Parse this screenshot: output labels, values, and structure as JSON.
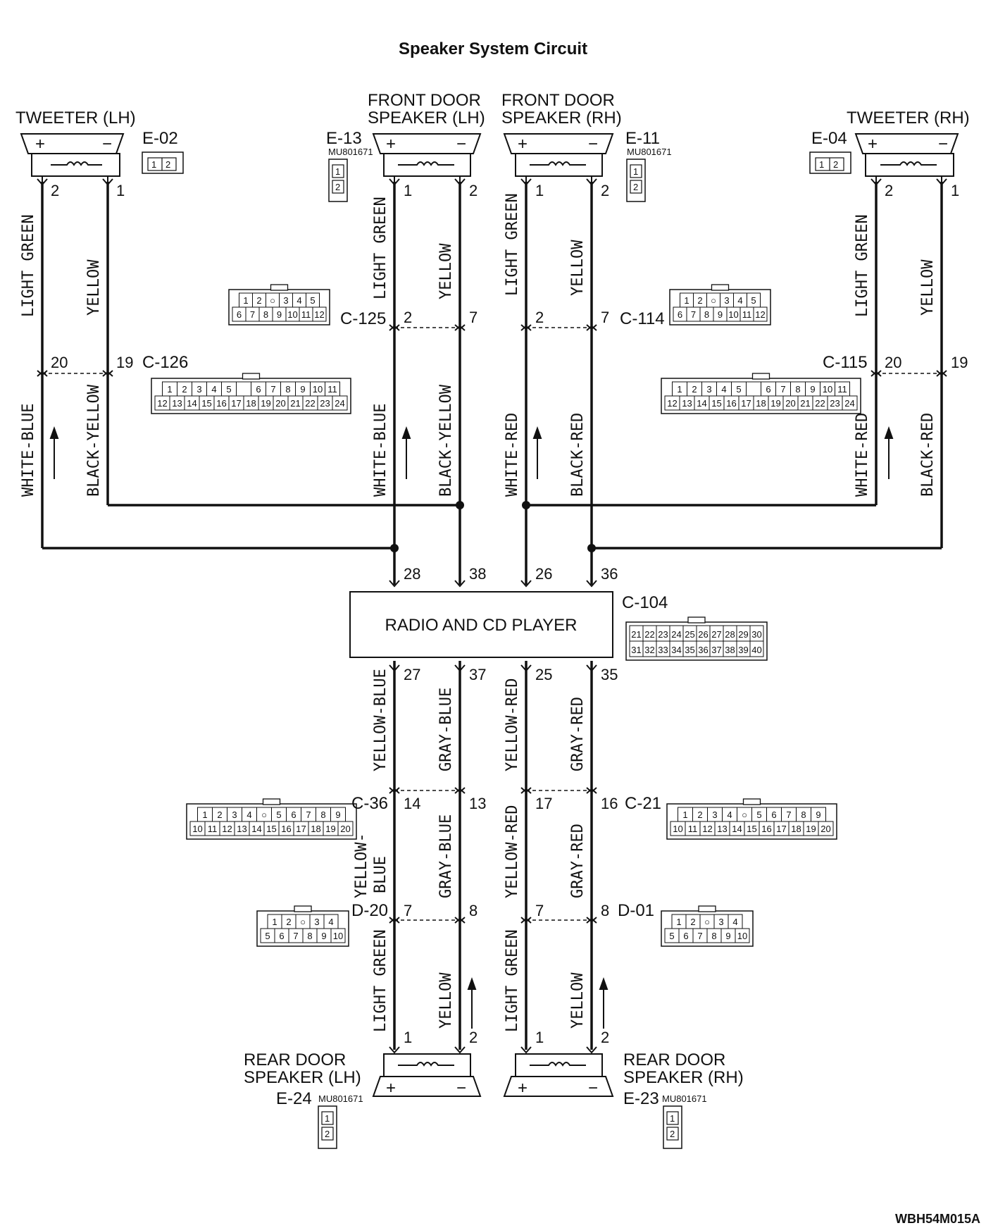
{
  "title": "Speaker System Circuit",
  "footer_code": "WBH54M015A",
  "unit": {
    "label": "RADIO AND CD PLAYER",
    "connector": "C-104",
    "rows": [
      [
        "21",
        "22",
        "23",
        "24",
        "25",
        "26",
        "27",
        "28",
        "29",
        "30"
      ],
      [
        "31",
        "32",
        "33",
        "34",
        "35",
        "36",
        "37",
        "38",
        "39",
        "40"
      ]
    ]
  },
  "speakers": {
    "tweeter_lh": {
      "label": "TWEETER (LH)",
      "conn": "E-02",
      "plus": "+",
      "minus": "−",
      "pin_plus": "2",
      "pin_minus": "1",
      "conn_cells": [
        "1",
        "2"
      ]
    },
    "front_lh": {
      "line1": "FRONT DOOR",
      "line2": "SPEAKER (LH)",
      "conn": "E-13",
      "part": "MU801671",
      "plus": "+",
      "minus": "−",
      "pin_plus": "1",
      "pin_minus": "2",
      "conn_cells": [
        "1",
        "2"
      ]
    },
    "front_rh": {
      "line1": "FRONT DOOR",
      "line2": "SPEAKER (RH)",
      "conn": "E-11",
      "part": "MU801671",
      "plus": "+",
      "minus": "−",
      "pin_plus": "1",
      "pin_minus": "2",
      "conn_cells": [
        "1",
        "2"
      ]
    },
    "tweeter_rh": {
      "label": "TWEETER (RH)",
      "conn": "E-04",
      "plus": "+",
      "minus": "−",
      "pin_plus": "2",
      "pin_minus": "1",
      "conn_cells": [
        "1",
        "2"
      ]
    },
    "rear_lh": {
      "line1": "REAR DOOR",
      "line2": "SPEAKER (LH)",
      "conn": "E-24",
      "part": "MU801671",
      "plus": "+",
      "minus": "−",
      "pin_plus": "1",
      "pin_minus": "2",
      "conn_cells": [
        "1",
        "2"
      ]
    },
    "rear_rh": {
      "line1": "REAR DOOR",
      "line2": "SPEAKER (RH)",
      "conn": "E-23",
      "part": "MU801671",
      "plus": "+",
      "minus": "−",
      "pin_plus": "1",
      "pin_minus": "2",
      "conn_cells": [
        "1",
        "2"
      ]
    }
  },
  "connectors": {
    "c126": {
      "name": "C-126",
      "pin_a": "20",
      "pin_b": "19",
      "rows": [
        [
          "1",
          "2",
          "3",
          "4",
          "5",
          "",
          "6",
          "7",
          "8",
          "9",
          "10",
          "11"
        ],
        [
          "12",
          "13",
          "14",
          "15",
          "16",
          "17",
          "18",
          "19",
          "20",
          "21",
          "22",
          "23",
          "24"
        ]
      ]
    },
    "c115": {
      "name": "C-115",
      "pin_a": "20",
      "pin_b": "19",
      "rows": [
        [
          "1",
          "2",
          "3",
          "4",
          "5",
          "",
          "6",
          "7",
          "8",
          "9",
          "10",
          "11"
        ],
        [
          "12",
          "13",
          "14",
          "15",
          "16",
          "17",
          "18",
          "19",
          "20",
          "21",
          "22",
          "23",
          "24"
        ]
      ]
    },
    "c125": {
      "name": "C-125",
      "pin_a": "2",
      "pin_b": "7",
      "rows": [
        [
          "1",
          "2",
          "○",
          "3",
          "4",
          "5"
        ],
        [
          "6",
          "7",
          "8",
          "9",
          "10",
          "11",
          "12"
        ]
      ]
    },
    "c114": {
      "name": "C-114",
      "pin_a": "2",
      "pin_b": "7",
      "rows": [
        [
          "1",
          "2",
          "○",
          "3",
          "4",
          "5"
        ],
        [
          "6",
          "7",
          "8",
          "9",
          "10",
          "11",
          "12"
        ]
      ]
    },
    "c36": {
      "name": "C-36",
      "pin_a": "14",
      "pin_b": "13",
      "rows": [
        [
          "1",
          "2",
          "3",
          "4",
          "○",
          "5",
          "6",
          "7",
          "8",
          "9"
        ],
        [
          "10",
          "11",
          "12",
          "13",
          "14",
          "15",
          "16",
          "17",
          "18",
          "19",
          "20"
        ]
      ]
    },
    "c21": {
      "name": "C-21",
      "pin_a": "17",
      "pin_b": "16",
      "rows": [
        [
          "1",
          "2",
          "3",
          "4",
          "○",
          "5",
          "6",
          "7",
          "8",
          "9"
        ],
        [
          "10",
          "11",
          "12",
          "13",
          "14",
          "15",
          "16",
          "17",
          "18",
          "19",
          "20"
        ]
      ]
    },
    "d20": {
      "name": "D-20",
      "pin_a": "7",
      "pin_b": "8",
      "rows": [
        [
          "1",
          "2",
          "○",
          "3",
          "4"
        ],
        [
          "5",
          "6",
          "7",
          "8",
          "9",
          "10"
        ]
      ]
    },
    "d01": {
      "name": "D-01",
      "pin_a": "7",
      "pin_b": "8",
      "rows": [
        [
          "1",
          "2",
          "○",
          "3",
          "4"
        ],
        [
          "5",
          "6",
          "7",
          "8",
          "9",
          "10"
        ]
      ]
    }
  },
  "unit_pins": {
    "top": [
      "28",
      "38",
      "26",
      "36"
    ],
    "bottom": [
      "27",
      "37",
      "25",
      "35"
    ]
  },
  "wire_colors": {
    "tw_lh_plus": "LIGHT GREEN",
    "tw_lh_minus": "YELLOW",
    "tw_lh_plus_low": "WHITE-BLUE",
    "tw_lh_minus_low": "BLACK-YELLOW",
    "fr_lh_plus": "LIGHT GREEN",
    "fr_lh_minus": "YELLOW",
    "fr_lh_plus_low": "WHITE-BLUE",
    "fr_lh_minus_low": "BLACK-YELLOW",
    "fr_rh_plus": "LIGHT GREEN",
    "fr_rh_minus": "YELLOW",
    "fr_rh_plus_low": "WHITE-RED",
    "fr_rh_minus_low": "BLACK-RED",
    "tw_rh_plus": "LIGHT GREEN",
    "tw_rh_minus": "YELLOW",
    "tw_rh_plus_low": "WHITE-RED",
    "tw_rh_minus_low": "BLACK-RED",
    "rr_lh_top_plus": "YELLOW-BLUE",
    "rr_lh_top_minus": "GRAY-BLUE",
    "rr_lh_mid_plus_1": "YELLOW-",
    "rr_lh_mid_plus_2": "BLUE",
    "rr_lh_mid_minus": "GRAY-BLUE",
    "rr_lh_low_plus": "LIGHT GREEN",
    "rr_lh_low_minus": "YELLOW",
    "rr_rh_top_plus": "YELLOW-RED",
    "rr_rh_top_minus": "GRAY-RED",
    "rr_rh_mid_plus": "YELLOW-RED",
    "rr_rh_mid_minus": "GRAY-RED",
    "rr_rh_low_plus": "LIGHT GREEN",
    "rr_rh_low_minus": "YELLOW"
  }
}
